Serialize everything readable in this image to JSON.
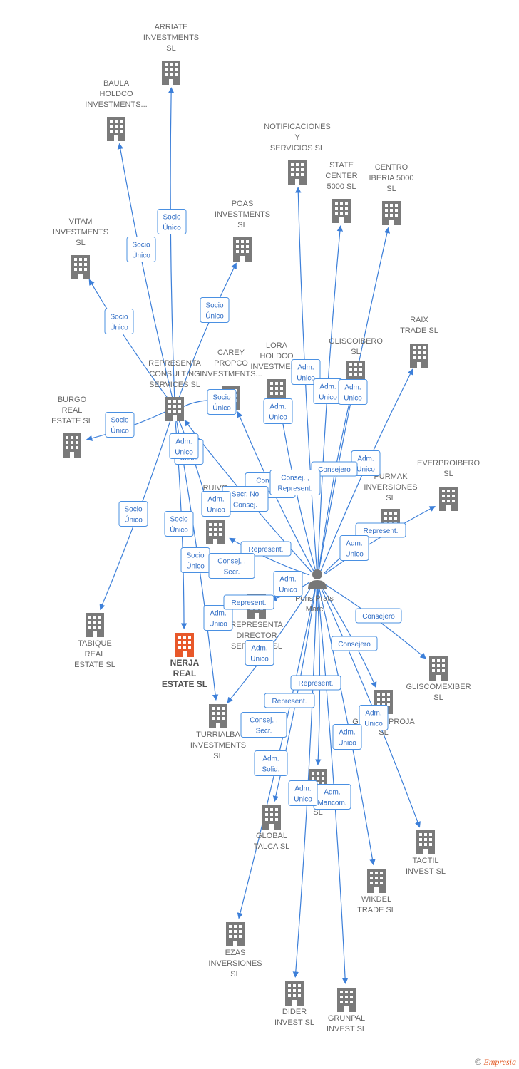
{
  "colors": {
    "edge": "#3c7fd9",
    "building": "#7a7a7a",
    "highlight": "#e8582a",
    "person": "#777777",
    "label_text": "#2d6bc4"
  },
  "person": {
    "name_lines": [
      "Pons Prats",
      "Marc"
    ],
    "icon": "person-icon"
  },
  "companies": [
    {
      "id": "arriate",
      "lines": [
        "ARRIATE",
        "INVESTMENTS",
        "SL"
      ]
    },
    {
      "id": "baula",
      "lines": [
        "BAULA",
        "HOLDCO",
        "INVESTMENTS..."
      ]
    },
    {
      "id": "notificaciones",
      "lines": [
        "NOTIFICACIONES",
        "Y",
        "SERVICIOS  SL"
      ]
    },
    {
      "id": "state",
      "lines": [
        "STATE",
        "CENTER",
        "5000  SL"
      ]
    },
    {
      "id": "centro",
      "lines": [
        "CENTRO",
        "IBERIA 5000",
        "SL"
      ]
    },
    {
      "id": "poas",
      "lines": [
        "POAS",
        "INVESTMENTS",
        "SL"
      ]
    },
    {
      "id": "vitam",
      "lines": [
        "VITAM",
        "INVESTMENTS",
        "SL"
      ]
    },
    {
      "id": "raix",
      "lines": [
        "RAIX",
        "TRADE  SL"
      ]
    },
    {
      "id": "representa",
      "lines": [
        "REPRESENTA",
        "CONSULTING",
        "SERVICES  SL"
      ]
    },
    {
      "id": "carey",
      "lines": [
        "CAREY",
        "PROPCO",
        "INVESTMENTS..."
      ]
    },
    {
      "id": "lora",
      "lines": [
        "LORA",
        "HOLDCO",
        "INVESTMEN..."
      ]
    },
    {
      "id": "gliscoibero",
      "lines": [
        "GLISCOIBERO",
        "SL"
      ]
    },
    {
      "id": "burgo",
      "lines": [
        "BURGO",
        "REAL",
        "ESTATE  SL"
      ]
    },
    {
      "id": "everproibero",
      "lines": [
        "EVERPROIBERO",
        "SL"
      ]
    },
    {
      "id": "purmak",
      "lines": [
        "PURMAK",
        "INVERSIONES",
        "SL"
      ]
    },
    {
      "id": "ruivo",
      "lines": [
        "RUIVO",
        "INV..."
      ]
    },
    {
      "id": "tabique",
      "lines": [
        "TABIQUE",
        "REAL",
        "ESTATE  SL"
      ]
    },
    {
      "id": "nerja",
      "lines": [
        "NERJA",
        "REAL",
        "ESTATE  SL"
      ],
      "highlight": true
    },
    {
      "id": "representa_director",
      "lines": [
        "REPRESENTA",
        "DIRECTOR",
        "SERVICES  SL"
      ]
    },
    {
      "id": "gliscomexiber",
      "lines": [
        "GLISCOMEXIBER",
        "SL"
      ]
    },
    {
      "id": "turrialba",
      "lines": [
        "TURRIALBA",
        "INVESTMENTS",
        "SL"
      ]
    },
    {
      "id": "glisco_proja",
      "lines": [
        "GLISCO...PROJA",
        "SL"
      ]
    },
    {
      "id": "unnamed_sl",
      "lines": [
        "SL"
      ]
    },
    {
      "id": "global",
      "lines": [
        "GLOBAL",
        "TALCA  SL"
      ]
    },
    {
      "id": "tactil",
      "lines": [
        "TACTIL",
        "INVEST  SL"
      ]
    },
    {
      "id": "wikdel",
      "lines": [
        "WIKDEL",
        "TRADE  SL"
      ]
    },
    {
      "id": "ezas",
      "lines": [
        "EZAS",
        "INVERSIONES",
        "SL"
      ]
    },
    {
      "id": "dider",
      "lines": [
        "DIDER",
        "INVEST  SL"
      ]
    },
    {
      "id": "grunpal",
      "lines": [
        "GRUNPAL",
        "INVEST  SL"
      ]
    }
  ],
  "relations": [
    {
      "from": "representa",
      "to": "arriate",
      "label": [
        "Socio",
        "Único"
      ]
    },
    {
      "from": "representa",
      "to": "baula",
      "label": [
        "Socio",
        "Único"
      ]
    },
    {
      "from": "representa",
      "to": "vitam",
      "label": [
        "Socio",
        "Único"
      ]
    },
    {
      "from": "representa",
      "to": "poas",
      "label": [
        "Socio",
        "Único"
      ]
    },
    {
      "from": "representa",
      "to": "burgo",
      "label": [
        "Socio",
        "Único"
      ]
    },
    {
      "from": "representa",
      "to": "carey",
      "label": [
        "Socio",
        "Único"
      ]
    },
    {
      "from": "representa",
      "to": "tabique",
      "label": [
        "Socio",
        "Único"
      ]
    },
    {
      "from": "representa",
      "to": "nerja",
      "label": [
        "Socio",
        "Único"
      ]
    },
    {
      "from": "representa",
      "to": "ruivo",
      "label": [
        "Socio",
        "Único"
      ]
    },
    {
      "from": "representa",
      "to": "turrialba",
      "label": [
        "Socio",
        "Único"
      ]
    },
    {
      "from": "person",
      "to": "notificaciones",
      "label": [
        "Adm.",
        "Unico"
      ]
    },
    {
      "from": "person",
      "to": "state",
      "label": [
        "Adm.",
        "Unico"
      ]
    },
    {
      "from": "person",
      "to": "centro",
      "label": [
        "Adm.",
        "Unico"
      ]
    },
    {
      "from": "person",
      "to": "lora",
      "label": [
        "Adm.",
        "Unico"
      ]
    },
    {
      "from": "person",
      "to": "raix",
      "label": [
        "Adm.",
        "Unico"
      ]
    },
    {
      "from": "person",
      "to": "gliscoibero",
      "label": [
        "Consejero"
      ]
    },
    {
      "from": "person",
      "to": "everproibero",
      "label": [
        "Represent."
      ]
    },
    {
      "from": "person",
      "to": "purmak",
      "label": [
        "Adm.",
        "Unico"
      ]
    },
    {
      "from": "person",
      "to": "representa",
      "label": [
        "Consej. ,",
        "Represent."
      ]
    },
    {
      "from": "person",
      "to": "carey",
      "label": [
        "Consej. ,",
        "Represent."
      ]
    },
    {
      "from": "person",
      "to": "ruivo",
      "label": [
        "Represent."
      ]
    },
    {
      "from": "person",
      "to": "representa_director",
      "label": [
        "Adm.",
        "Unico"
      ]
    },
    {
      "from": "person",
      "to": "gliscomexiber",
      "label": [
        "Consejero"
      ]
    },
    {
      "from": "person",
      "to": "glisco_proja",
      "label": [
        "Consejero"
      ]
    },
    {
      "from": "person",
      "to": "tactil",
      "label": [
        "Adm.",
        "Unico"
      ]
    },
    {
      "from": "person",
      "to": "wikdel",
      "label": [
        "Adm.",
        "Unico"
      ]
    },
    {
      "from": "person",
      "to": "turrialba",
      "label": [
        "Adm.",
        "Unico"
      ]
    },
    {
      "from": "person",
      "to": "global",
      "label": [
        "Consej. ,",
        "Secr."
      ]
    },
    {
      "from": "person",
      "to": "unnamed_sl",
      "label": [
        "Adm.",
        "Mancom."
      ]
    },
    {
      "from": "person",
      "to": "ezas",
      "label": [
        "Represent."
      ]
    },
    {
      "from": "person",
      "to": "dider",
      "label": [
        "Adm.",
        "Solid."
      ]
    },
    {
      "from": "person",
      "to": "grunpal",
      "label": [
        "Represent."
      ]
    }
  ],
  "extra_labels": [
    [
      "Adm.",
      "Unico"
    ],
    [
      "Adm.",
      "Unico"
    ],
    [
      "Consej. ,",
      "Secr."
    ],
    [
      "Represent."
    ],
    [
      "Secr.  No",
      "Consej."
    ],
    [
      "Adm.",
      "Unico"
    ],
    [
      "Adm.",
      "Unico"
    ]
  ],
  "footer": {
    "copyright": "©",
    "brand": "Empresia"
  }
}
